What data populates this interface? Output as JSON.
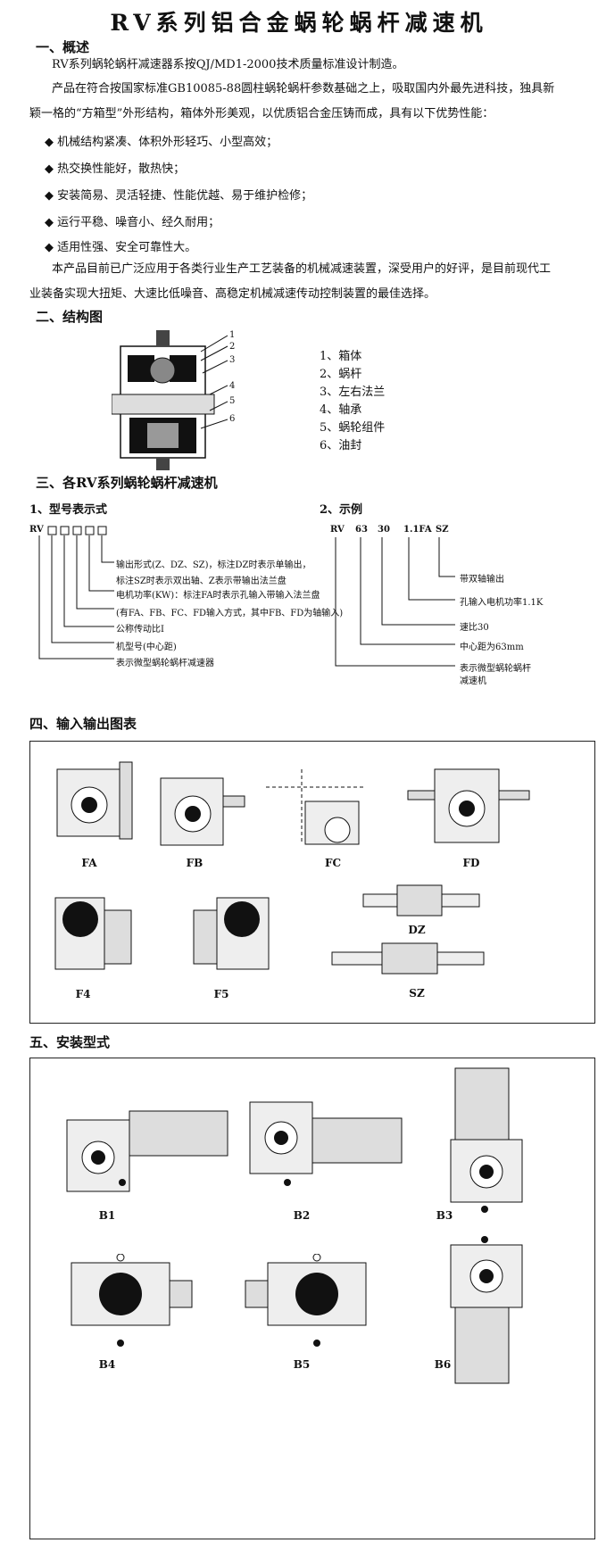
{
  "title": "RV系列铝合金蜗轮蜗杆减速机",
  "s1": {
    "heading": "一、概述",
    "p1": "RV系列蜗轮蜗杆减速器系按QJ/MD1-2000技术质量标准设计制造。",
    "p2a": "产品在符合按国家标准GB10085-88圆柱蜗轮蜗杆参数基础之上，吸取国内外最先进科技，独具新",
    "p2b": "颖一格的“方箱型”外形结构，箱体外形美观，以优质铝合金压铸而成，具有以下优势性能：",
    "bullets": [
      "◆ 机械结构紧凑、体积外形轻巧、小型高效；",
      "◆ 热交换性能好，散热快；",
      "◆ 安装简易、灵活轻捷、性能优越、易于维护检修；",
      "◆ 运行平稳、噪音小、经久耐用；",
      "◆ 适用性强、安全可靠性大。"
    ],
    "p3a": "本产品目前已广泛应用于各类行业生产工艺装备的机械减速装置，深受用户的好评，是目前现代工",
    "p3b": "业装备实现大扭矩、大速比低噪音、高稳定机械减速传动控制装置的最佳选择。"
  },
  "s2": {
    "heading": "二、结构图",
    "callouts": [
      "1",
      "2",
      "3",
      "4",
      "5",
      "6"
    ],
    "parts": [
      "1、箱体",
      "2、蜗杆",
      "3、左右法兰",
      "4、轴承",
      "5、蜗轮组件",
      "6、油封"
    ]
  },
  "s3": {
    "heading": "三、各RV系列蜗轮蜗杆减速机",
    "sub1": "1、型号表示式",
    "sub2": "2、示例",
    "code_prefix": "RV",
    "desc": [
      "输出形式(Z、DZ、SZ)，标注DZ时表示单输出，",
      "标注SZ时表示双出轴、Z表示带输出法兰盘",
      "电机功率(KW)：标注FA时表示孔输入带输入法兰盘",
      "(有FA、FB、FC、FD输入方式，其中FB、FD为轴输入)",
      "公称传动比I",
      "机型号(中心距)",
      "表示微型蜗轮蜗杆减速器"
    ],
    "example_codes": [
      "RV",
      "63",
      "30",
      "1.1FA",
      "SZ"
    ],
    "example_desc": [
      "带双轴输出",
      "孔输入电机功率1.1K",
      "速比30",
      "中心距为63mm",
      "表示微型蜗轮蜗杆",
      "减速机"
    ]
  },
  "s4": {
    "heading": "四、输入输出图表",
    "labels": [
      "FA",
      "FB",
      "FC",
      "FD",
      "F4",
      "F5",
      "DZ",
      "SZ"
    ]
  },
  "s5": {
    "heading": "五、安装型式",
    "labels": [
      "B1",
      "B2",
      "B3",
      "B4",
      "B5",
      "B6"
    ]
  }
}
